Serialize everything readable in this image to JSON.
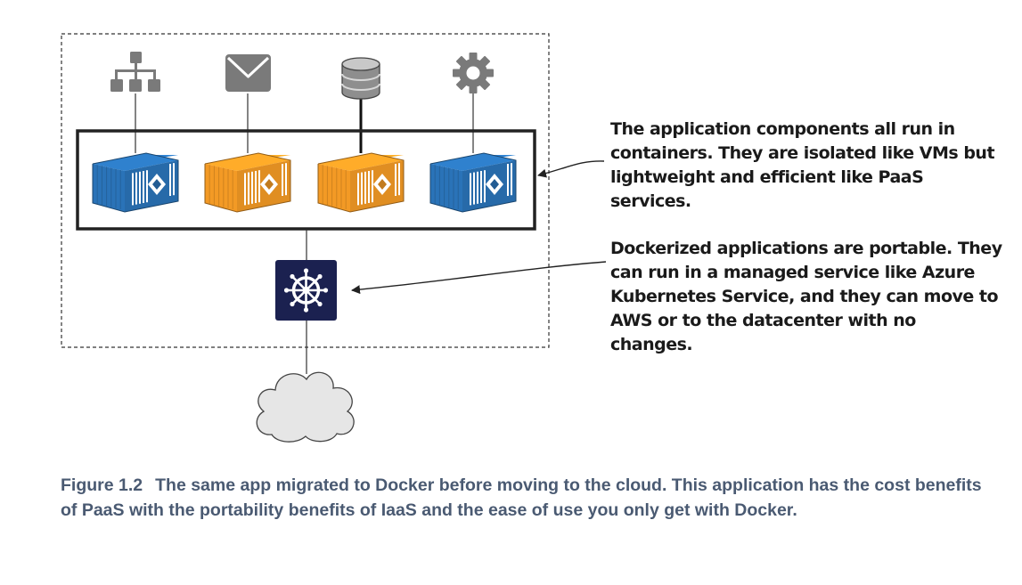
{
  "callouts": {
    "containers_text": "The application components all run in containers. They are isolated like VMs but lightweight and efficient like PaaS services.",
    "portability_text": "Dockerized applications are portable. They can run in a managed service like Azure Kubernetes Service, and they can move to AWS or to the datacenter with no changes."
  },
  "caption": {
    "label": "Figure 1.2",
    "text": "The same app migrated to Docker before moving to the cloud. This application has the cost benefits of PaaS with the portability benefits of IaaS and the ease of use you only get with Docker."
  },
  "components": [
    {
      "icon": "hierarchy-icon",
      "container_color": "blue"
    },
    {
      "icon": "mail-icon",
      "container_color": "orange"
    },
    {
      "icon": "database-icon",
      "container_color": "orange"
    },
    {
      "icon": "gear-icon",
      "container_color": "blue"
    }
  ],
  "colors": {
    "container_blue": "#2a73b8",
    "container_orange": "#f39a25",
    "icon_gray": "#7a7a7a",
    "kubernetes_navy": "#1b2150",
    "caption_text": "#4a5a72"
  }
}
